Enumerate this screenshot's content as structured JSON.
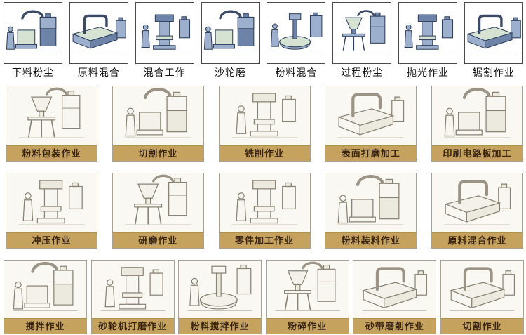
{
  "colors": {
    "caption_bar": "#c5a25e",
    "caption_text": "#3a2512",
    "top_label_text": "#111111",
    "card_border": "#a8a296",
    "top_box_border": "#4a4a4a",
    "machine_body_blue": "#9cb0cd",
    "machine_dark_blue": "#6d84a8",
    "machine_surface_green": "#d6e3d3",
    "duct_navy": "#3c4a66",
    "sketch_stroke": "#8b8476",
    "sketch_fill_light": "#f8f6f0",
    "sketch_fill_mid": "#eceadf",
    "sketch_fill_pale": "#f3f1e9",
    "sketch_duct": "#9a9386"
  },
  "top_row": [
    {
      "label": "下料粉尘",
      "illustration": "machine-with-duct-and-collector"
    },
    {
      "label": "原料混合",
      "illustration": "conveyor-with-arch-duct"
    },
    {
      "label": "混合工作",
      "illustration": "press-machine-with-worker"
    },
    {
      "label": "沙轮磨",
      "illustration": "machine-with-duct-and-collector"
    },
    {
      "label": "粉料混合",
      "illustration": "mixing-bowl-machine"
    },
    {
      "label": "过程粉尘",
      "illustration": "hopper-and-collector"
    },
    {
      "label": "抛光作业",
      "illustration": "press-machine-with-worker"
    },
    {
      "label": "锯割作业",
      "illustration": "conveyor-with-arch-duct"
    }
  ],
  "gallery_rows": [
    {
      "items": [
        {
          "label": "粉料包装作业",
          "illustration": "hopper-and-collector"
        },
        {
          "label": "切割作业",
          "illustration": "machine-with-duct-and-collector"
        },
        {
          "label": "铣削作业",
          "illustration": "press-machine-with-worker"
        },
        {
          "label": "表面打磨加工",
          "illustration": "conveyor-with-arch-duct"
        },
        {
          "label": "印刷电路板加工",
          "illustration": "machine-with-duct-and-collector"
        }
      ]
    },
    {
      "items": [
        {
          "label": "冲压作业",
          "illustration": "press-machine-with-worker"
        },
        {
          "label": "研磨作业",
          "illustration": "hopper-and-collector"
        },
        {
          "label": "零件加工作业",
          "illustration": "press-machine-with-worker"
        },
        {
          "label": "粉料装料作业",
          "illustration": "machine-with-duct-and-collector"
        },
        {
          "label": "原料混合作业",
          "illustration": "conveyor-with-arch-duct"
        }
      ]
    },
    {
      "items": [
        {
          "label": "搅拌作业",
          "illustration": "machine-with-duct-and-collector"
        },
        {
          "label": "砂轮机打磨作业",
          "illustration": "press-machine-with-worker"
        },
        {
          "label": "粉料搅拌作业",
          "illustration": "mixing-bowl-machine"
        },
        {
          "label": "粉碎作业",
          "illustration": "hopper-and-collector"
        },
        {
          "label": "砂带磨削作业",
          "illustration": "conveyor-with-arch-duct"
        },
        {
          "label": "切割作业",
          "illustration": "conveyor-with-arch-duct"
        }
      ]
    }
  ]
}
